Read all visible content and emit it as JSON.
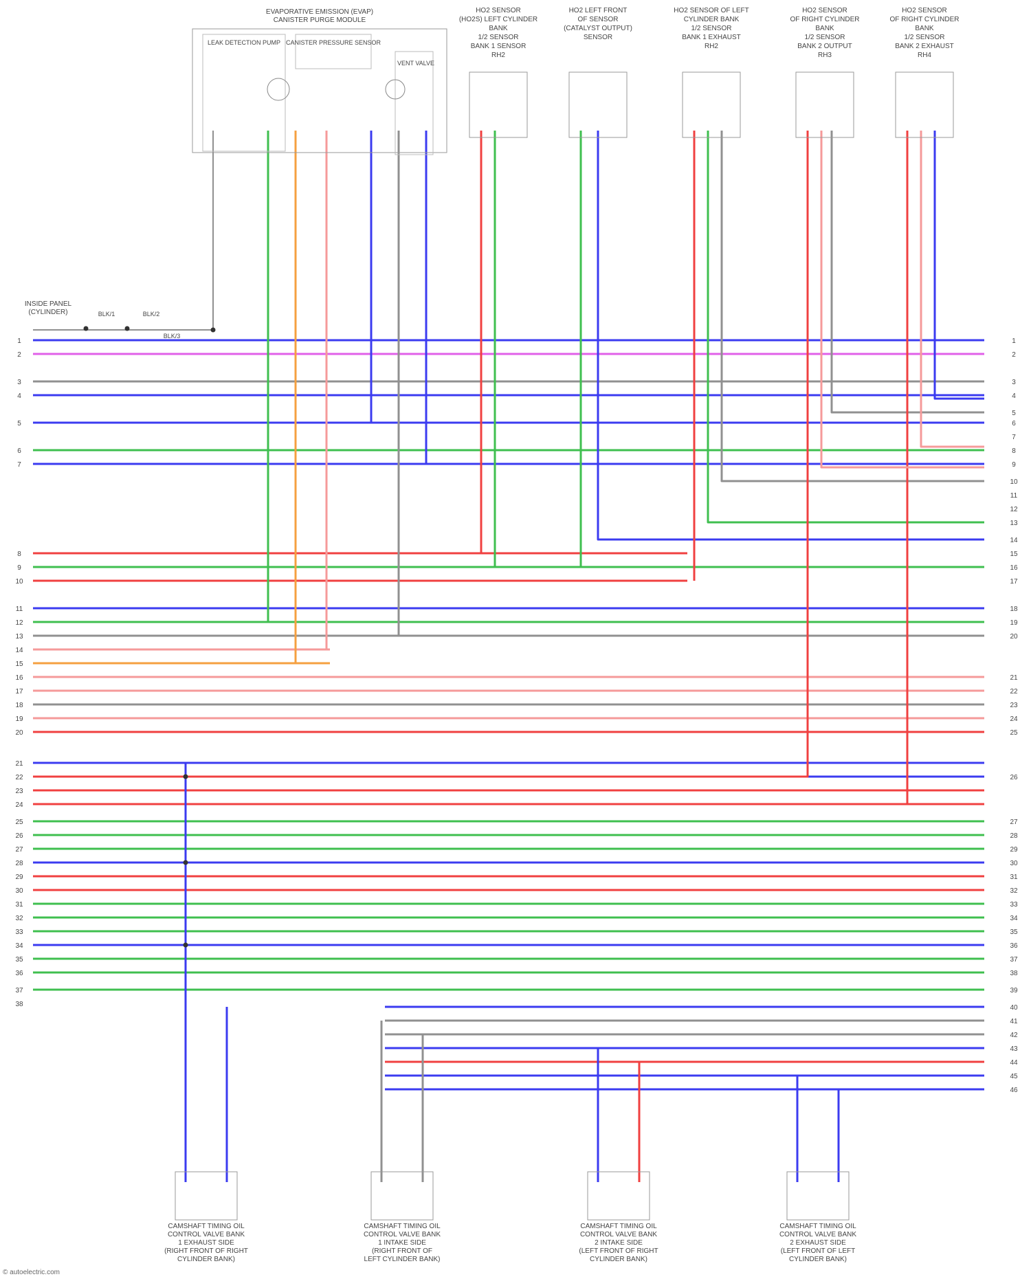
{
  "diagram": {
    "colors": {
      "blue": "#3b3bf0",
      "violet": "#e060e8",
      "gray": "#909090",
      "green": "#3fbf4f",
      "red": "#f04040",
      "pink": "#f59a9a",
      "orange": "#f5a040",
      "black": "#606060"
    },
    "top_assembly": {
      "title_lines": [
        "EVAPORATIVE EMISSION (EVAP)",
        "CANISTER PURGE MODULE"
      ],
      "components": [
        "LEAK DETECTION PUMP",
        "CANISTER PRESSURE SENSOR",
        "VENT VALVE"
      ]
    },
    "sensors": [
      {
        "lines": [
          "HO2 SENSOR",
          "(HO2S) LEFT CYLINDER",
          "BANK",
          "1/2 SENSOR",
          "BANK 1 SENSOR",
          "RH2"
        ]
      },
      {
        "lines": [
          "HO2 LEFT FRONT",
          "OF SENSOR",
          "(CATALYST OUTPUT)",
          "SENSOR"
        ]
      },
      {
        "lines": [
          "HO2 SENSOR OF LEFT",
          "CYLINDER BANK",
          "1/2 SENSOR",
          "BANK 1 EXHAUST",
          "RH2"
        ]
      },
      {
        "lines": [
          "HO2 SENSOR",
          "OF RIGHT CYLINDER",
          "BANK",
          "1/2 SENSOR",
          "BANK 2 OUTPUT",
          "RH3"
        ]
      },
      {
        "lines": [
          "HO2 SENSOR",
          "OF RIGHT CYLINDER",
          "BANK",
          "1/2 SENSOR",
          "BANK 2 EXHAUST",
          "RH4"
        ]
      }
    ],
    "ground_label": [
      "INSIDE PANEL",
      "(CYLINDER)"
    ],
    "splices": [
      "BLK/1",
      "BLK/2",
      "BLK/3"
    ],
    "left_numbers": [
      "1",
      "2",
      "3",
      "4",
      "5",
      "6",
      "7",
      "8",
      "9",
      "10",
      "11",
      "12",
      "13",
      "14",
      "15",
      "16",
      "17",
      "18",
      "19",
      "20",
      "21",
      "22",
      "23",
      "24",
      "25",
      "26",
      "27",
      "28",
      "29",
      "30",
      "31",
      "32",
      "33",
      "34",
      "35",
      "36",
      "37",
      "38"
    ],
    "right_numbers": [
      "1",
      "2",
      "3",
      "4",
      "5",
      "6",
      "7",
      "8",
      "9",
      "10",
      "11",
      "12",
      "13",
      "14",
      "15",
      "16",
      "17",
      "18",
      "19",
      "20",
      "21",
      "22",
      "23",
      "24",
      "25",
      "26",
      "27",
      "28",
      "29",
      "30",
      "31",
      "32",
      "33",
      "34",
      "35",
      "36",
      "37",
      "38",
      "39",
      "40",
      "41",
      "42",
      "43",
      "44",
      "45",
      "46"
    ],
    "actuators": [
      {
        "lines": [
          "CAMSHAFT TIMING OIL",
          "CONTROL VALVE BANK",
          "1 EXHAUST SIDE",
          "(RIGHT FRONT OF RIGHT",
          "CYLINDER BANK)"
        ]
      },
      {
        "lines": [
          "CAMSHAFT TIMING OIL",
          "CONTROL VALVE BANK",
          "1 INTAKE SIDE",
          "(RIGHT FRONT OF",
          "LEFT CYLINDER BANK)"
        ]
      },
      {
        "lines": [
          "CAMSHAFT TIMING OIL",
          "CONTROL VALVE BANK",
          "2 INTAKE SIDE",
          "(LEFT FRONT OF RIGHT",
          "CYLINDER BANK)"
        ]
      },
      {
        "lines": [
          "CAMSHAFT TIMING OIL",
          "CONTROL VALVE BANK",
          "2 EXHAUST SIDE",
          "(LEFT FRONT OF LEFT",
          "CYLINDER BANK)"
        ]
      }
    ],
    "credit": "© autoelectric.com"
  }
}
